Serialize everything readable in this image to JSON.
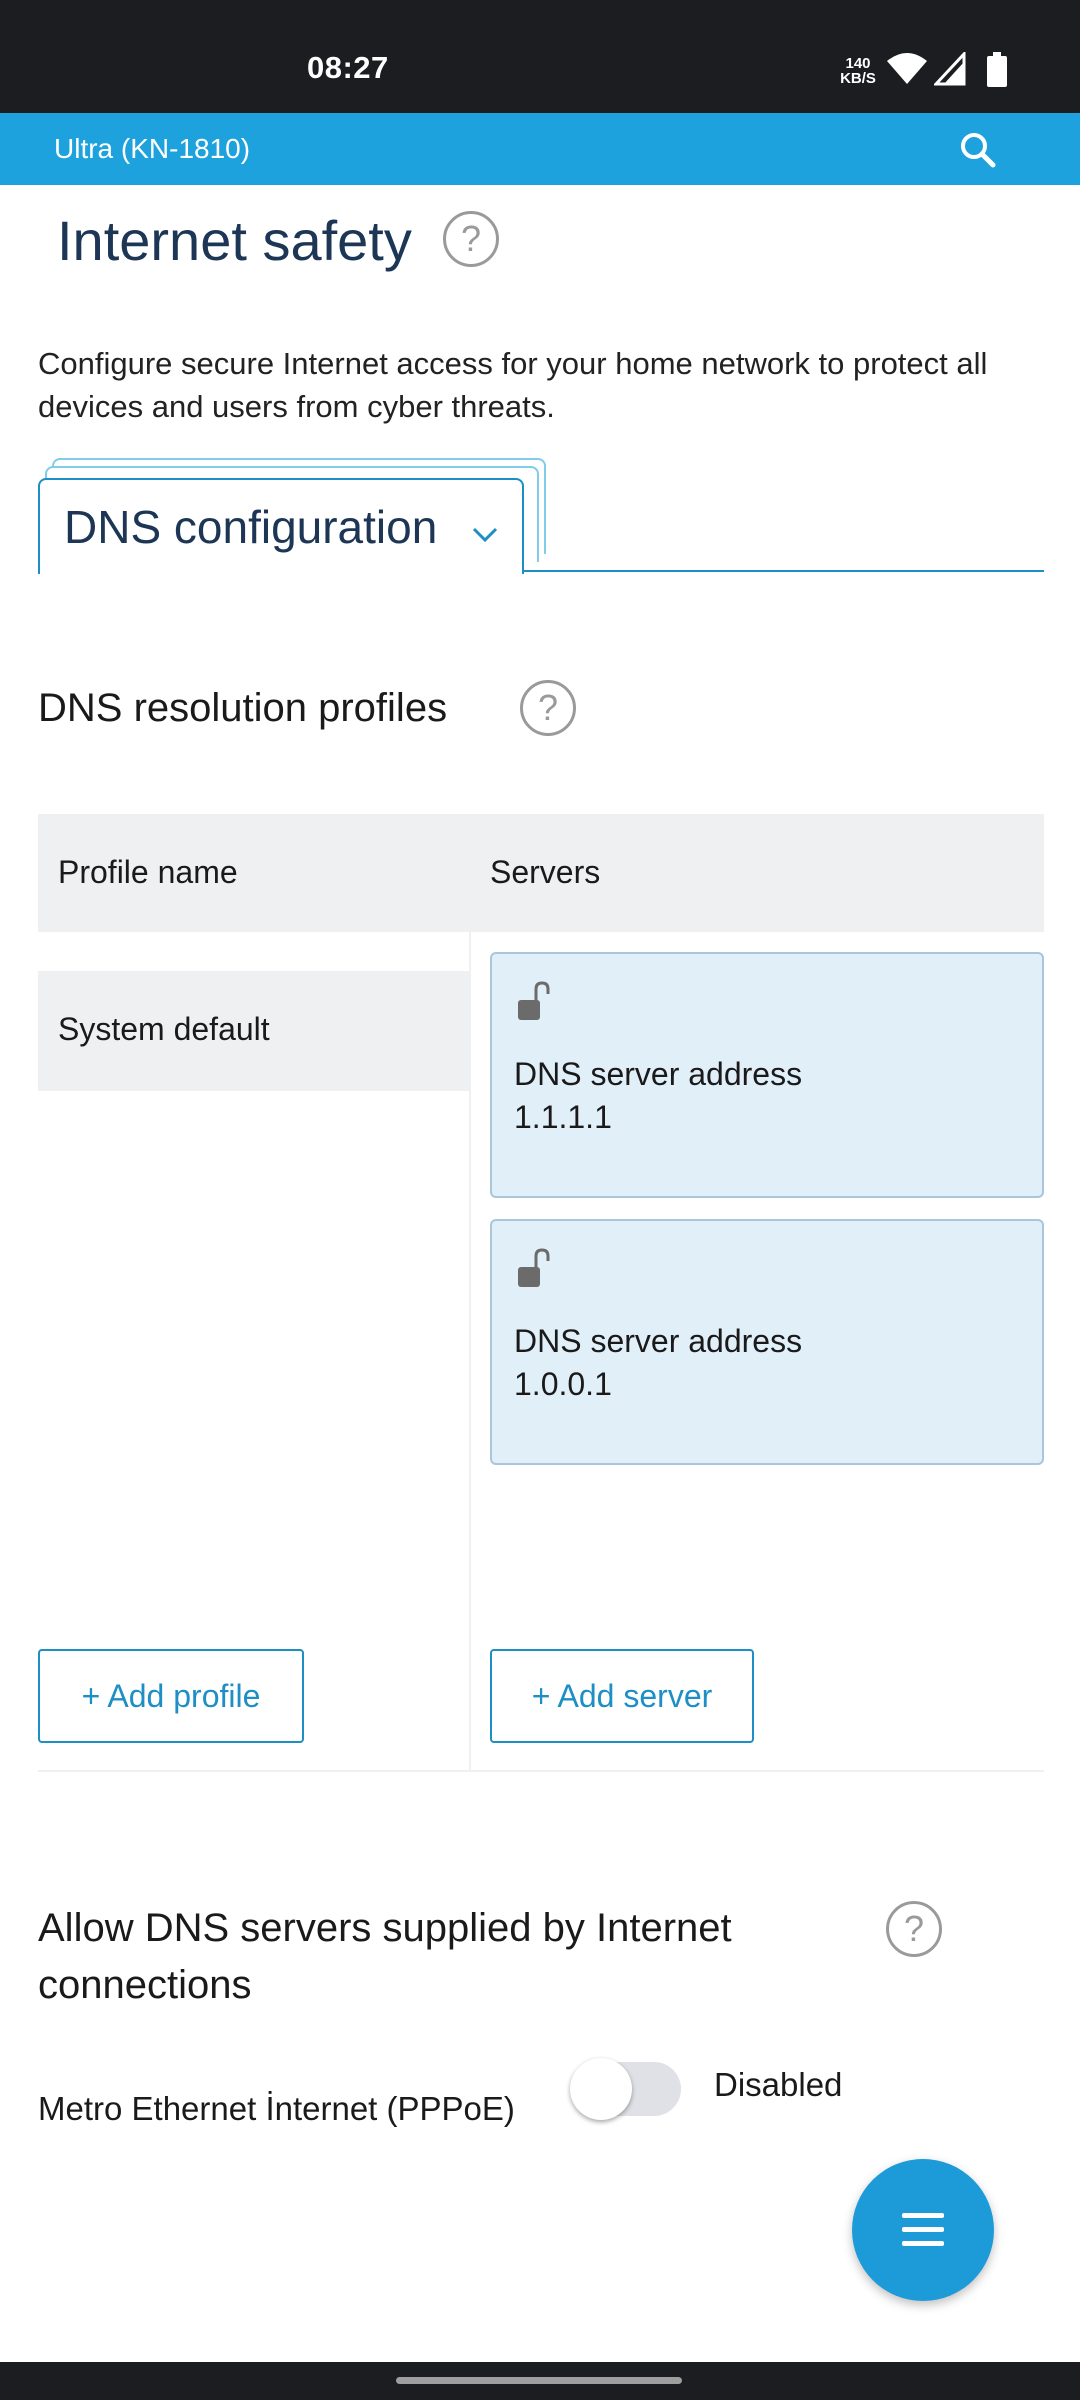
{
  "status_bar": {
    "time": "08:27",
    "speed_value": "140",
    "speed_unit": "KB/S",
    "icons": [
      "wifi-icon",
      "signal-icon",
      "battery-icon"
    ]
  },
  "appbar": {
    "title": "Ultra (KN-1810)",
    "search_icon": "search-icon"
  },
  "page": {
    "title": "Internet safety",
    "help_glyph": "?",
    "description": "Configure secure Internet access for your home network to protect all devices and users from cyber threats."
  },
  "tabs": {
    "active_label": "DNS configuration"
  },
  "profiles_section": {
    "title": "DNS resolution profiles",
    "help_glyph": "?",
    "columns": [
      "Profile name",
      "Servers"
    ],
    "profiles": [
      {
        "name": "System default"
      }
    ],
    "servers": [
      {
        "label": "DNS server address",
        "value": "1.1.1.1"
      },
      {
        "label": "DNS server address",
        "value": "1.0.0.1"
      }
    ],
    "add_profile_label": "+ Add profile",
    "add_server_label": "+ Add server"
  },
  "allow_section": {
    "title": "Allow DNS servers supplied by Internet connections",
    "help_glyph": "?",
    "connection_label": "Metro Ethernet İnternet (PPPoE)",
    "toggle_state": "Disabled"
  },
  "colors": {
    "accent": "#1da2de",
    "title": "#1d3655",
    "card": "#e1eff9"
  }
}
